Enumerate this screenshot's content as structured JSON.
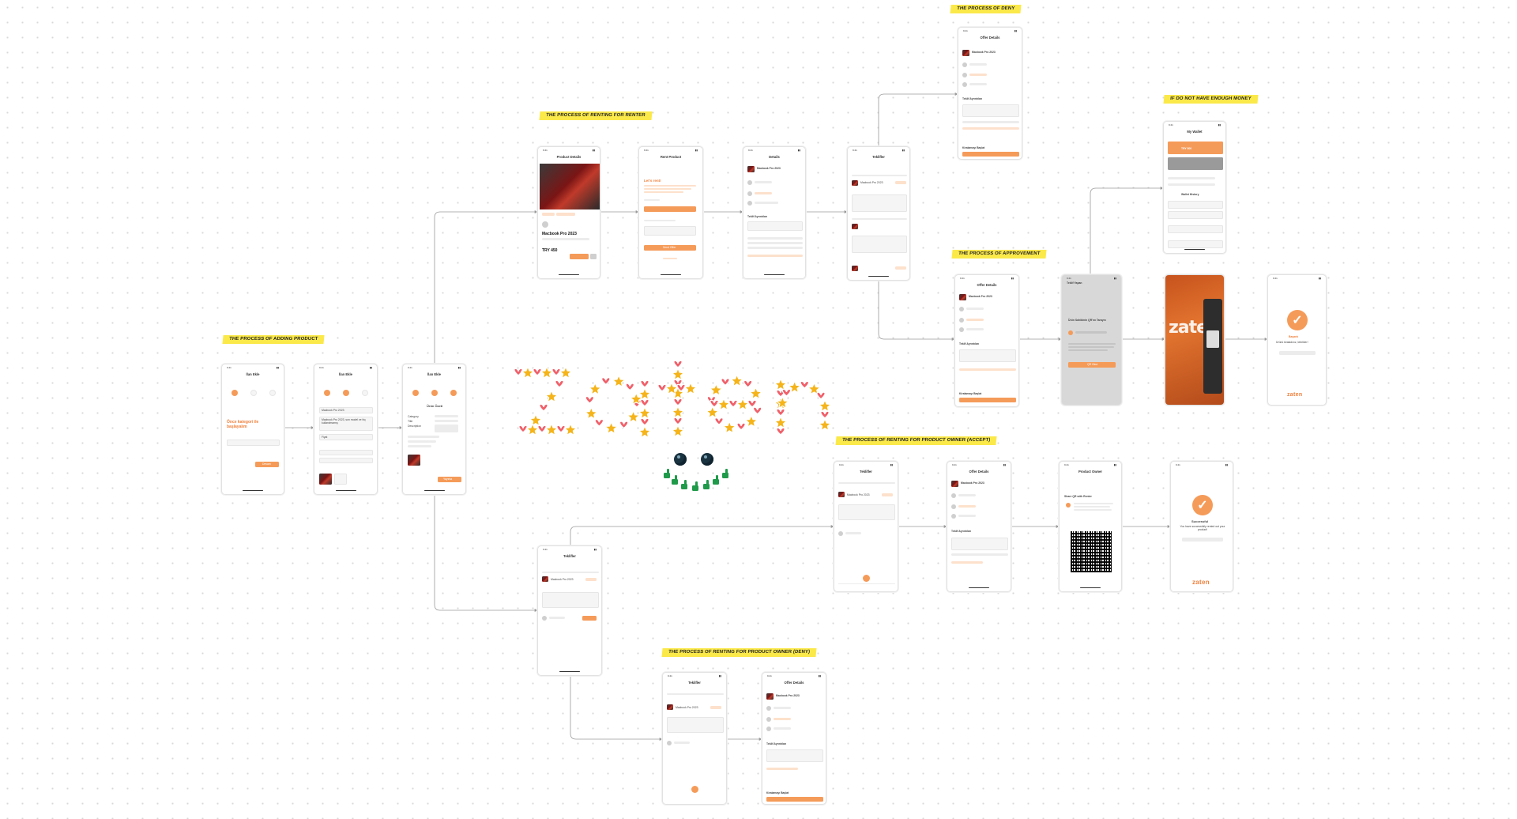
{
  "section_labels": {
    "adding_product": "THE PROCESS OF ADDING PRODUCT",
    "renting_for_renter": "THE PROCESS OF RENTING FOR RENTER",
    "deny": "THE PROCESS OF DENY",
    "not_enough_money": "IF DO NOT HAVE ENOUGH MONEY",
    "approvement": "THE PROCESS OF APPROVEMENT",
    "owner_accept": "THE PROCESS OF RENTING FOR PRODUCT OWNER (ACCEPT)",
    "owner_deny": "THE PROCESS OF RENTING FOR PRODUCT OWNER (DENY)"
  },
  "logo": {
    "text": "zaten",
    "star_color": "#f5b41a",
    "heart_color": "#f0606a",
    "thumb_color": "#1f9a4a"
  },
  "screens": {
    "add_1": {
      "title": "İlan Ekle",
      "heading": "Önce kategori ile başlayalım",
      "button": "Devam"
    },
    "add_2": {
      "title": "İlan Ekle",
      "field_1": "Macbook Pro 2023",
      "field_2": "Macbook Pro 2023, son model ve hiç kullanılmamış",
      "field_3": "Fiyat"
    },
    "add_3": {
      "title": "İlan Ekle",
      "subtitle": "Ürün Özeti",
      "row_1": "Category",
      "row_2": "Title",
      "row_3": "Description",
      "button": "Yayınla"
    },
    "product_details": {
      "title": "Product Details",
      "product_name": "Macbook Pro 2023",
      "price": "TRY 450",
      "button": "Rent Product"
    },
    "rent_product": {
      "title": "Rent Product",
      "heading": "Let's rent!",
      "button": "Send Offer"
    },
    "details": {
      "title": "Details",
      "product_name": "Macbook Pro 2023",
      "section": "Teklif Ayrıntıları"
    },
    "offers_renter": {
      "title": "Teklifler",
      "item": "Macbook Pro 2023"
    },
    "offer_details_deny": {
      "title": "Offer Details",
      "product_name": "Macbook Pro 2023",
      "section": "Teklif Ayrıntıları",
      "footer": "Kiralamayı Başlat"
    },
    "wallet": {
      "title": "My Wallet",
      "balance": "TRY 500",
      "section": "Wallet History"
    },
    "offer_details_approve": {
      "title": "Offer Details",
      "product_name": "Macbook Pro 2023",
      "section": "Teklif Ayrıntıları",
      "footer": "Kiralamayı Başlat"
    },
    "qr_scan": {
      "title": "Teklif Yapan",
      "heading": "Ürün Sahibinin QR'ını Tarayın",
      "button": "QR Okut"
    },
    "success_tr": {
      "title": "Başarılı",
      "subtitle": "Ürünü kiraladınız, tebrikler!",
      "logo": "zaten"
    },
    "offers_owner_accept": {
      "title": "Teklifler",
      "item": "Macbook Pro 2023"
    },
    "offer_details_owner": {
      "title": "Offer Details",
      "product_name": "Macbook Pro 2023",
      "section": "Teklif Ayrıntıları"
    },
    "product_owner_qr": {
      "title": "Product Owner",
      "heading": "Share QR with Renter"
    },
    "success_en": {
      "title": "Successful",
      "subtitle": "You have successfully rented out your product!",
      "logo": "zaten"
    },
    "offers_owner": {
      "title": "Teklifler",
      "item": "Macbook Pro 2023"
    },
    "offers_owner_deny": {
      "title": "Teklifler",
      "item": "Macbook Pro 2023"
    },
    "offer_details_owner_deny": {
      "title": "Offer Details",
      "product_name": "Macbook Pro 2023",
      "section": "Teklif Ayrıntıları",
      "footer": "Kiralamayı Başlat"
    }
  },
  "colors": {
    "accent": "#f59b59",
    "label_bg": "#fbe94a",
    "connector": "#9a9a9a"
  }
}
